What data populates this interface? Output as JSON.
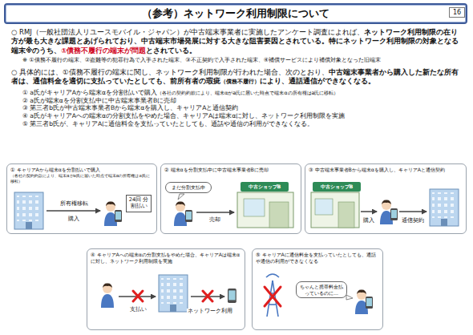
{
  "diagram": {
    "title": "（参考）ネットワーク利用制限について",
    "nodes": [
      {
        "text": [
          "① キャリアAから端末αを分割払いで購入",
          "（各社の契約約款により、端末αがa氏に届いた時点で端末αの所有権はa氏に移転）"
        ]
      },
      {
        "text": [
          "24回 分割払い"
        ],
        "in": 0
      },
      {
        "text": [
          "② 端末αを分割支払中に中古端末事業者Bに売却"
        ]
      },
      {
        "text": [
          "まだ分割支払中"
        ],
        "in": 2
      },
      {
        "text": [
          "③ 中古端末事業者Bから端末αを購入し、キャリアAと通信契約"
        ]
      },
      {
        "text": [
          "④ キャリアAへの端末αの分割支払をやめた場合、キャリアAは端末αに対し、ネットワーク利用制限を実施"
        ]
      },
      {
        "text": [
          "⑤ キャリアAに通信料金を支払っていたとしても、通話や通信の利用ができなくなる"
        ]
      },
      {
        "text": [
          "ちゃんと携帯料金払っているのに…"
        ],
        "in": 6
      }
    ],
    "labels": [
      "16",
      "○ RMJ（一般社団法人リユースモバイル・ジャパン）が中古端末事業者に実施したアンケート調査によれば、",
      "ネットワーク利用制限の在り方が最も大きな課題とあげられており、中古端末市場発展に対する大きな阻害要因とされている。",
      "特にネットワーク利用制限の対象となる端末※のうち、",
      "①債務不履行の端末が問題",
      "とされている。",
      "※ ①債務不履行の端末、②盗難等の犯罪行為で入手された端末、③不正契約で入手された端末、④補償サービスにより補償対象となった旧端末",
      "○ 具体的には、①債務不履行の端末に関し、ネットワーク利用制限が行われた場合、次のとおり、",
      "中古端末事業者から購入した新たな所有者は、通信料金を適切に支払っていたとしても、前所有者の瑕疵",
      "（債務不履行）",
      "により、通話通信ができなくなる。",
      "① a氏がキャリアAから端末αを分割払いで購入",
      "（各社の契約約款により、端末αがa氏に届いた時点で端末αの所有権はa氏に移転）",
      "② a氏が端末αを分割支払中に中古端末事業者Bに売却",
      "③ 第三者b氏が中古端末事業者Bから端末αを購入し、キャリアAと通信契約",
      "④ a氏がキャリアAへの端末αの分割支払をやめた場合、キャリアAは端末αに対し、ネットワーク利用制限を実施",
      "⑤ 第三者b氏が、キャリアAに通信料金を支払っていたとしても、通話や通信の利用ができなくなる。",
      "所有権移転",
      "購入",
      "売却",
      "中古ショップB",
      "中古ショップB",
      "購入",
      "通信契約",
      "支払い",
      "ネットワーク利用"
    ]
  }
}
